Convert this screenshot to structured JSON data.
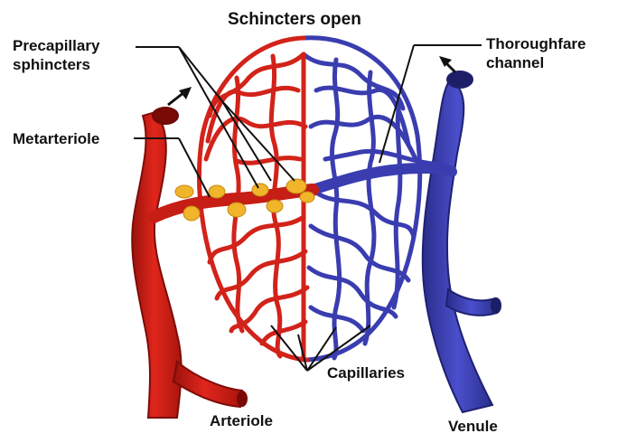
{
  "labels": {
    "title": "Schincters open",
    "precapillary_line1": "Precapillary",
    "precapillary_line2": "sphincters",
    "metarteriole": "Metarteriole",
    "thoroughfare_line1": "Thoroughfare",
    "thoroughfare_line2": "channel",
    "capillaries": "Capillaries",
    "arteriole": "Arteriole",
    "venule": "Venule"
  },
  "colors": {
    "artery": "#d41f17",
    "artery_dark": "#8e0e0a",
    "vein": "#3c3fb2",
    "vein_dark": "#23257a",
    "sphincter": "#f0b52a",
    "leader": "#111111"
  }
}
